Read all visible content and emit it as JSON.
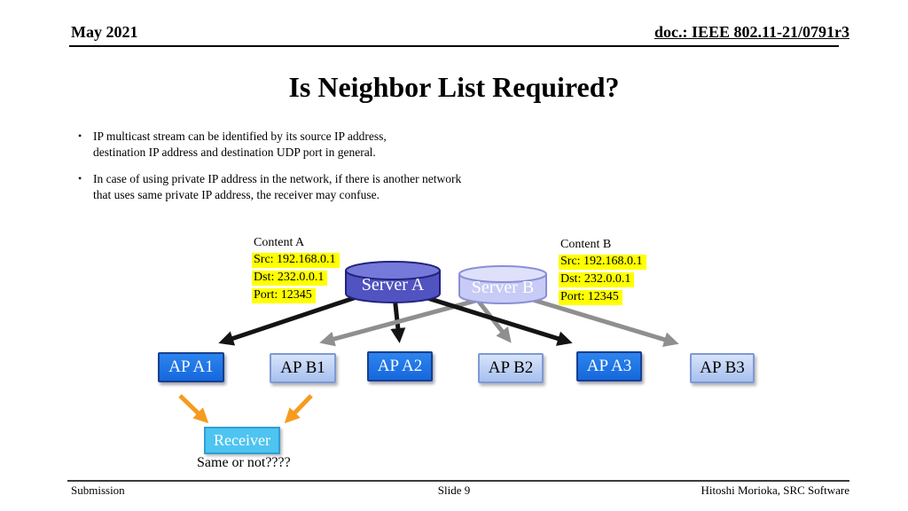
{
  "header": {
    "date": "May 2021",
    "doc": "doc.: IEEE 802.11-21/0791r3"
  },
  "title": "Is Neighbor List Required?",
  "bullet_char": "•",
  "bullets": [
    {
      "lines": [
        "IP multicast stream can be identified by its source IP address,",
        "destination IP address and destination UDP port in general."
      ]
    },
    {
      "lines": [
        "In case of using private IP address in the network, if there is another network",
        "that uses same private IP address, the receiver may confuse."
      ]
    }
  ],
  "diagram": {
    "content_a": {
      "title": "Content A",
      "src": "Src: 192.168.0.1",
      "dst": "Dst: 232.0.0.1",
      "port": "Port: 12345"
    },
    "content_b": {
      "title": "Content B",
      "src": "Src: 192.168.0.1",
      "dst": "Dst: 232.0.0.1",
      "port": "Port: 12345"
    },
    "server_a": {
      "label": "Server A"
    },
    "server_b": {
      "label": "Server B"
    },
    "aps": [
      {
        "label": "AP A1"
      },
      {
        "label": "AP B1"
      },
      {
        "label": "AP A2"
      },
      {
        "label": "AP B2"
      },
      {
        "label": "AP A3"
      },
      {
        "label": "AP B3"
      }
    ],
    "receiver": {
      "label": "Receiver"
    },
    "question": "Same or not????",
    "links": [
      {
        "from": "Server A",
        "to": "AP A1",
        "color": "black"
      },
      {
        "from": "Server A",
        "to": "AP A2",
        "color": "black"
      },
      {
        "from": "Server A",
        "to": "AP A3",
        "color": "black"
      },
      {
        "from": "Server B",
        "to": "AP B1",
        "color": "gray"
      },
      {
        "from": "Server B",
        "to": "AP B2",
        "color": "gray"
      },
      {
        "from": "Server B",
        "to": "AP B3",
        "color": "gray"
      },
      {
        "from": "AP A1",
        "to": "Receiver",
        "color": "orange"
      },
      {
        "from": "AP B1",
        "to": "Receiver",
        "color": "orange"
      }
    ]
  },
  "footer": {
    "left": "Submission",
    "center": "Slide 9",
    "right": "Hitoshi Morioka, SRC Software"
  },
  "colors": {
    "highlight": "#ffff00",
    "server_a_body": "#5053c0",
    "server_a_top": "#7579da",
    "server_b_body": "#c7cbf5",
    "server_b_top": "#dfe1fb",
    "ap_a_fill": "#1f76e6",
    "ap_b_fill": "#bcd0f4",
    "receiver_fill": "#4ec4f0",
    "arrow_black": "#141414",
    "arrow_gray": "#8f8f8f",
    "arrow_orange": "#f59b20"
  }
}
